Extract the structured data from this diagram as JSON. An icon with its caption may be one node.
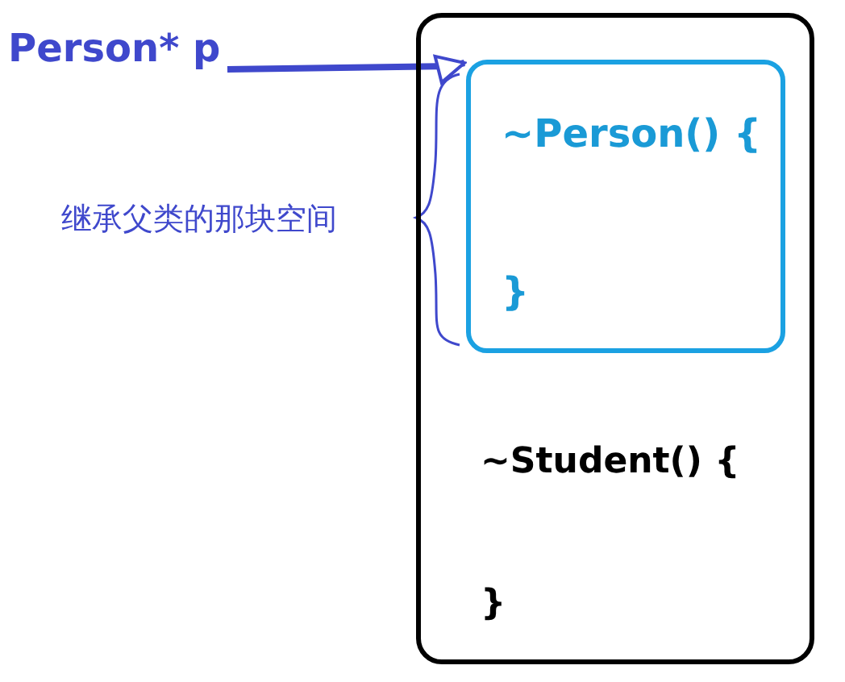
{
  "diagram": {
    "nodes": [
      {
        "text": [
          "Person* p"
        ]
      },
      {
        "text": [
          "~Student() {",
          "}"
        ]
      },
      {
        "text": [
          "~Person() {",
          "}"
        ],
        "in": 1
      }
    ],
    "edges": [
      {
        "from": 0,
        "to": 2,
        "arrow": "to"
      }
    ],
    "labels": [
      "继承父类的那块空间"
    ]
  }
}
